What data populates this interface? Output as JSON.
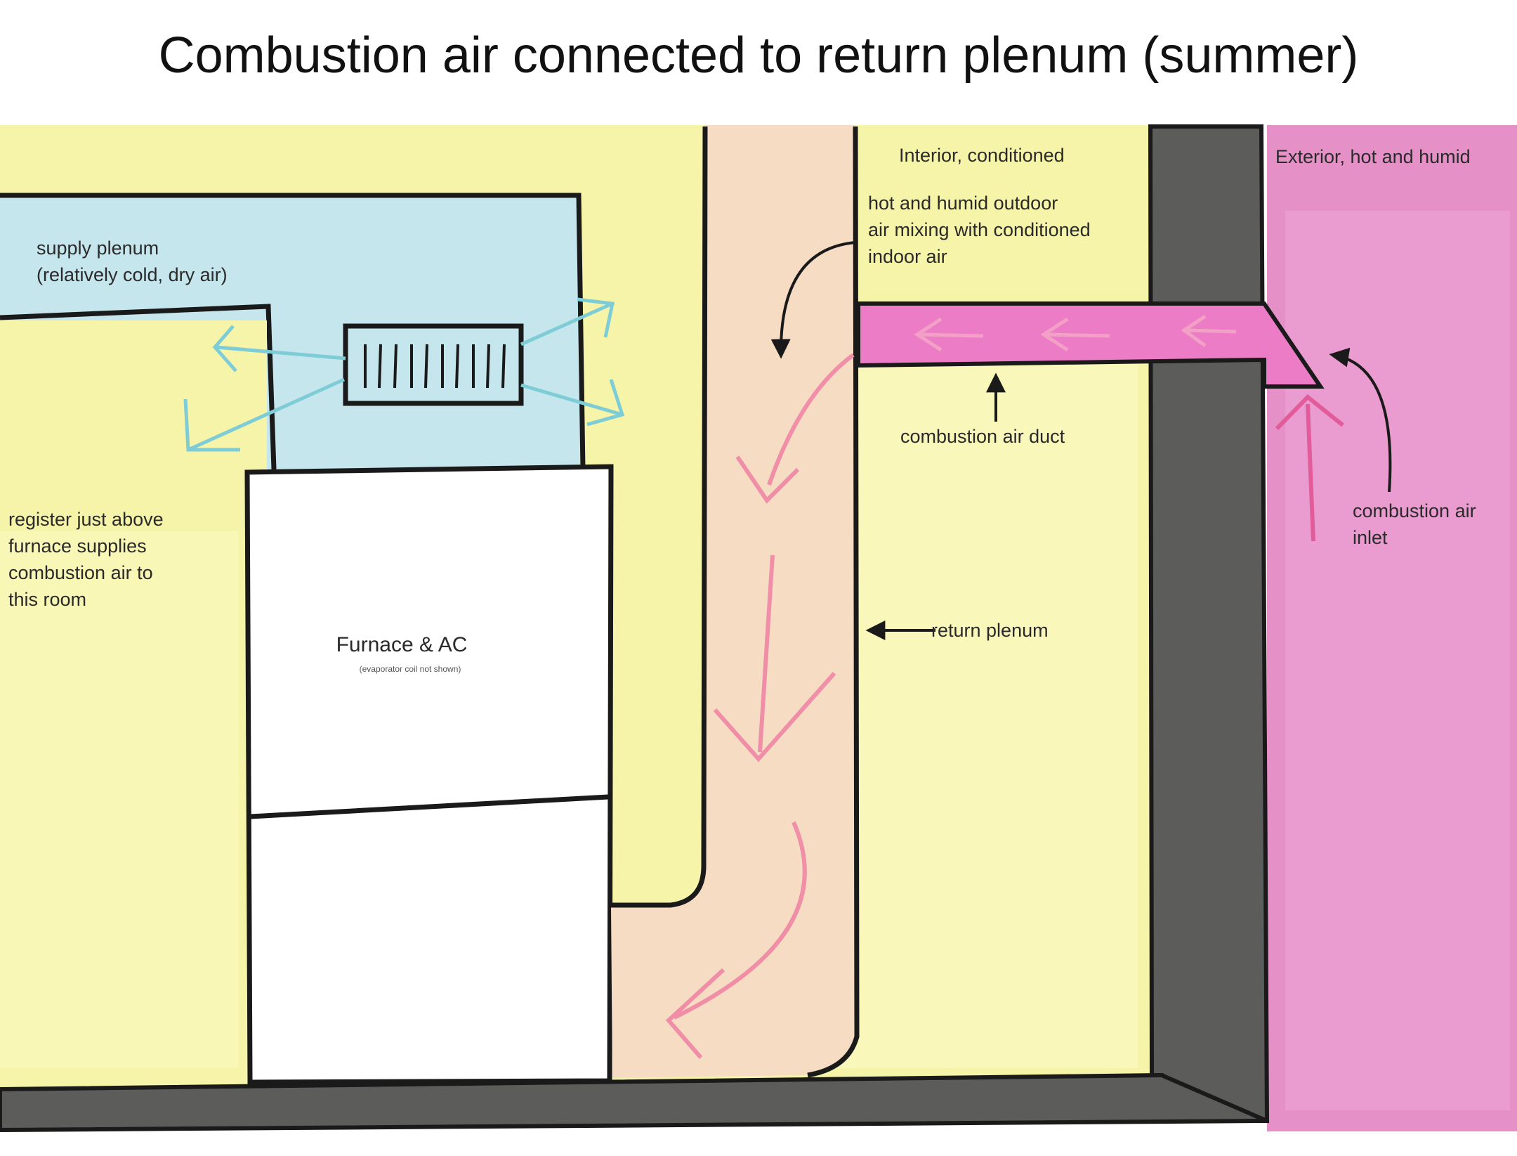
{
  "title": "Combustion air connected to return plenum (summer)",
  "labels": {
    "supply_plenum": [
      "supply plenum",
      "(relatively cold, dry air)"
    ],
    "register_note": [
      "register just above",
      "furnace supplies",
      "combustion air to",
      "this room"
    ],
    "furnace": "Furnace & AC",
    "furnace_note": "(evaporator coil not shown)",
    "interior": "Interior, conditioned",
    "exterior": "Exterior, hot and humid",
    "mixing_note": [
      "hot and humid outdoor",
      "air mixing with conditioned",
      "indoor air"
    ],
    "combustion_duct": "combustion air duct",
    "return_plenum": "return plenum",
    "inlet": [
      "combustion air",
      "inlet"
    ]
  },
  "colors": {
    "interior_fill": "#f6f4a8",
    "supply_fill": "#c6e6ee",
    "exterior_fill": "#e690c8",
    "wall_fill": "#5c5c5a",
    "flow_pink": "#f08aa6",
    "duct_pink": "#ec7cc6",
    "cold_arrow": "#7ecdd6",
    "outline": "#1a1a1a"
  }
}
